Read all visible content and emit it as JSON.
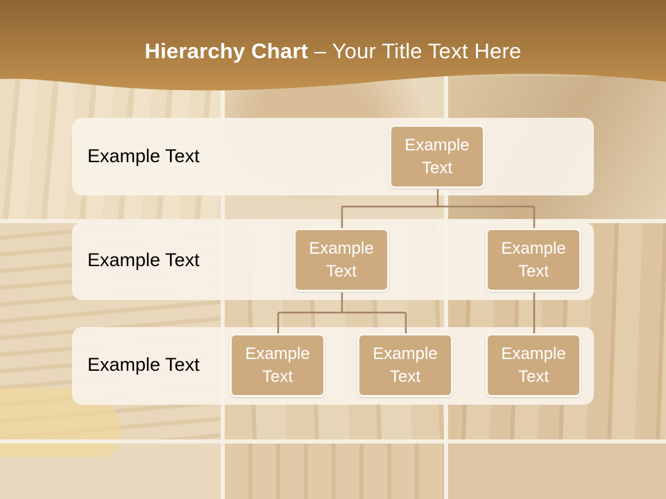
{
  "title": {
    "bold": "Hierarchy Chart",
    "rest": " – Your Title Text Here"
  },
  "rows": [
    {
      "label": "Example Text"
    },
    {
      "label": "Example Text"
    },
    {
      "label": "Example Text"
    }
  ],
  "nodes": {
    "root": "Example\nText",
    "level2_left": "Example\nText",
    "level2_right": "Example\nText",
    "level3_a": "Example\nText",
    "level3_b": "Example\nText",
    "level3_c": "Example\nText"
  },
  "colors": {
    "header": "#a87a3e",
    "node_fill": "#cdab7f",
    "connector": "#a58566",
    "row_band": "#f8f2e8"
  }
}
